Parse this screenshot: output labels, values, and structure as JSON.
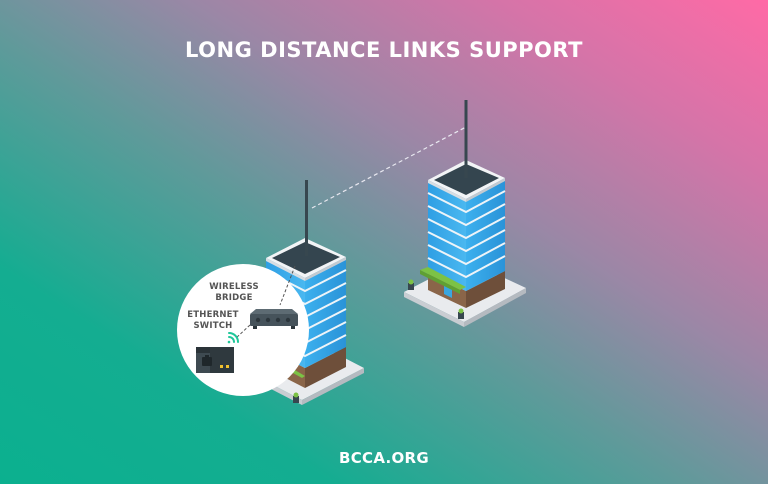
{
  "title": "LONG DISTANCE LINKS SUPPORT",
  "footer": "BCCA.ORG",
  "callout": {
    "wireless_bridge_line1": "WIRELESS",
    "wireless_bridge_line2": "BRIDGE",
    "ethernet_switch_line1": "ETHERNET",
    "ethernet_switch_line2": "SWITCH"
  },
  "colors": {
    "gradient_teal": "#0bb08f",
    "gradient_pink": "#ff6aa6",
    "glass_blue": "#36a9ea",
    "roof_dark": "#34454f",
    "base_brown": "#7b5a45",
    "awning_green": "#7cc245",
    "plaza_white": "#eef0f2",
    "wifi_green": "#1fc79a"
  }
}
